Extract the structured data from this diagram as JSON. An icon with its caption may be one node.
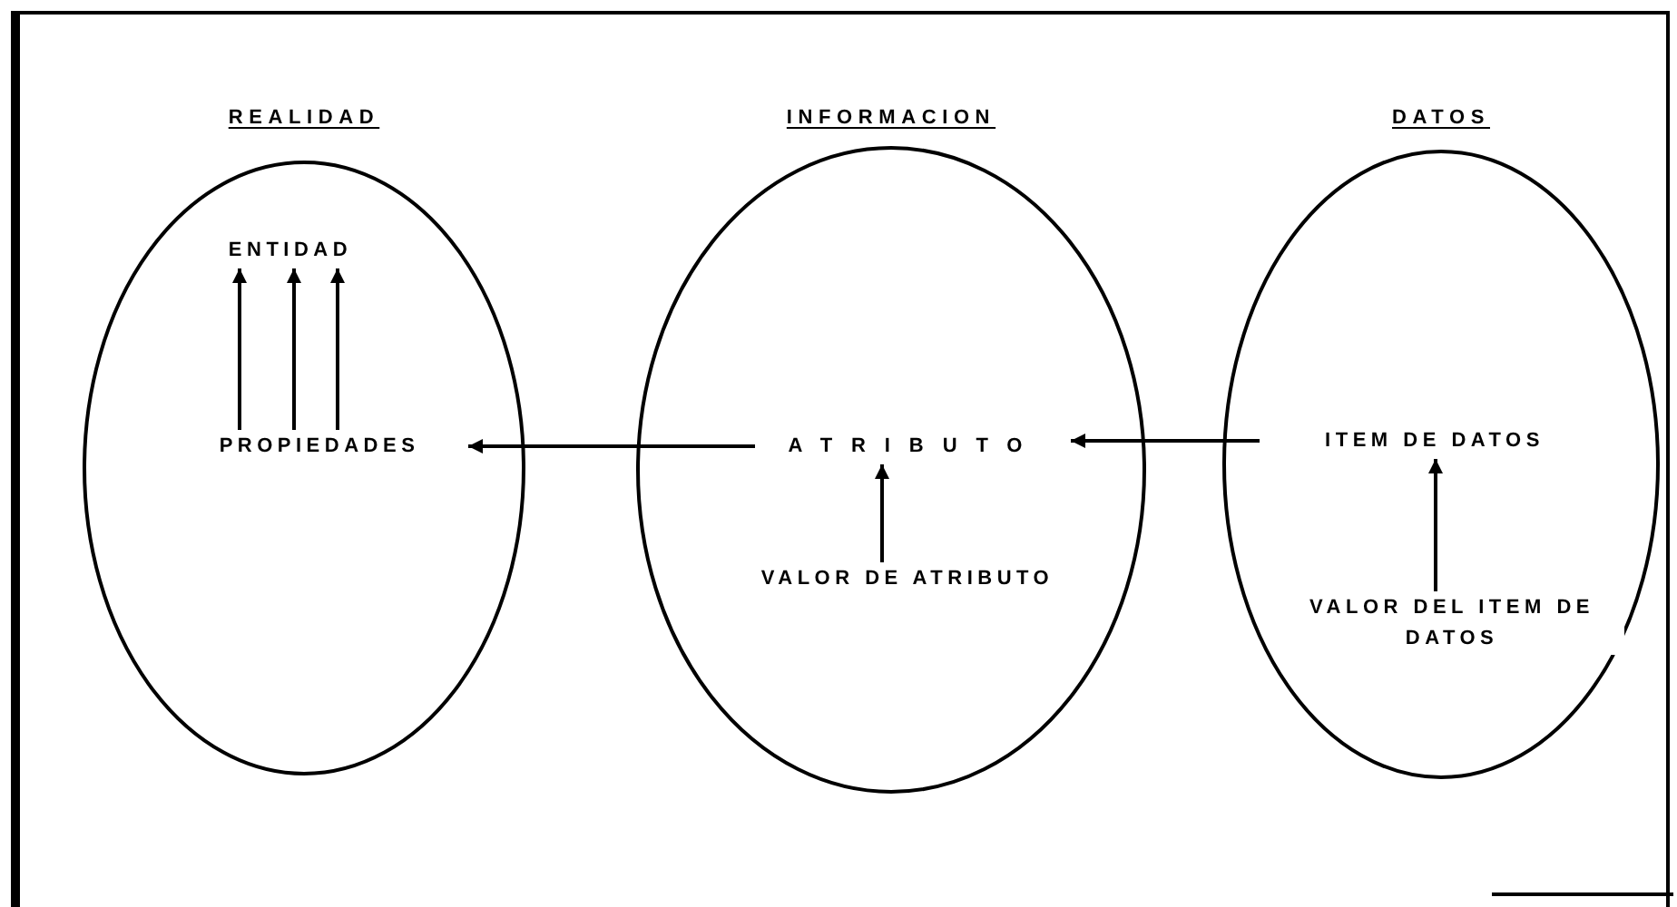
{
  "diagram": {
    "nodes": [
      {
        "text": [
          "REALIDAD"
        ]
      },
      {
        "text": [
          "ENTIDAD"
        ],
        "in": 0
      },
      {
        "text": [
          "PROPIEDADES"
        ],
        "in": 0
      },
      {
        "text": [
          "INFORMACION"
        ]
      },
      {
        "text": [
          "ATRIBUTO"
        ],
        "in": 3
      },
      {
        "text": [
          "VALOR DE ATRIBUTO"
        ],
        "in": 3
      },
      {
        "text": [
          "DATOS"
        ]
      },
      {
        "text": [
          "ITEM DE DATOS"
        ],
        "in": 6
      },
      {
        "text": [
          "VALOR DEL ITEM DE DATOS"
        ],
        "in": 6
      }
    ],
    "edges": [
      {
        "from": 2,
        "to": 1,
        "arrow": "to"
      },
      {
        "from": 2,
        "to": 1,
        "arrow": "to"
      },
      {
        "from": 2,
        "to": 1,
        "arrow": "to"
      },
      {
        "from": 4,
        "to": 2,
        "arrow": "to"
      },
      {
        "from": 5,
        "to": 4,
        "arrow": "to"
      },
      {
        "from": 7,
        "to": 4,
        "arrow": "to"
      },
      {
        "from": 8,
        "to": 7,
        "arrow": "to"
      }
    ]
  }
}
